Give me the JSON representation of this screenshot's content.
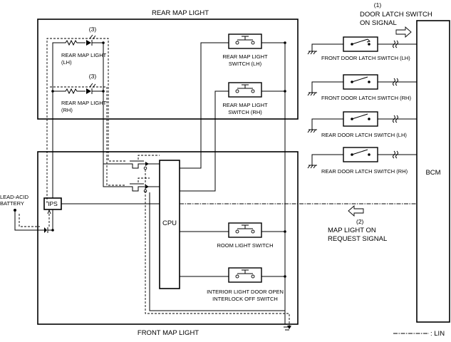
{
  "labels": {
    "rear_map_light": "REAR MAP LIGHT",
    "front_map_light": "FRONT MAP LIGHT",
    "bcm": "BCM",
    "cpu": "CPU",
    "ips": "IPS",
    "lead_acid_battery_1": "LEAD-ACID",
    "lead_acid_battery_2": "BATTERY",
    "lin_legend": ": LIN"
  },
  "lamps": [
    {
      "callout": "(3)",
      "name1": "REAR MAP LIGHT",
      "name2": "(LH)"
    },
    {
      "callout": "(3)",
      "name1": "REAR MAP LIGHT",
      "name2": "(RH)"
    }
  ],
  "rear_switches": [
    {
      "name1": "REAR MAP LIGHT",
      "name2": "SWITCH (LH)"
    },
    {
      "name1": "REAR MAP LIGHT",
      "name2": "SWITCH (RH)"
    }
  ],
  "front_switches": [
    {
      "name1": "ROOM LIGHT SWITCH",
      "name2": ""
    },
    {
      "name1": "INTERIOR LIGHT DOOR OPEN",
      "name2": "INTERLOCK OFF SWITCH"
    }
  ],
  "door_switches": [
    {
      "name": "FRONT DOOR LATCH SWITCH (LH)"
    },
    {
      "name": "FRONT DOOR LATCH SWITCH (RH)"
    },
    {
      "name": "REAR DOOR LATCH SWITCH (LH)"
    },
    {
      "name": "REAR DOOR LATCH SWITCH (RH)"
    }
  ],
  "signals": {
    "door_latch": {
      "callout": "(1)",
      "line1": "DOOR LATCH SWITCH",
      "line2": "ON SIGNAL"
    },
    "map_light": {
      "callout": "(2)",
      "line1": "MAP LIGHT ON",
      "line2": "REQUEST SIGNAL"
    }
  }
}
